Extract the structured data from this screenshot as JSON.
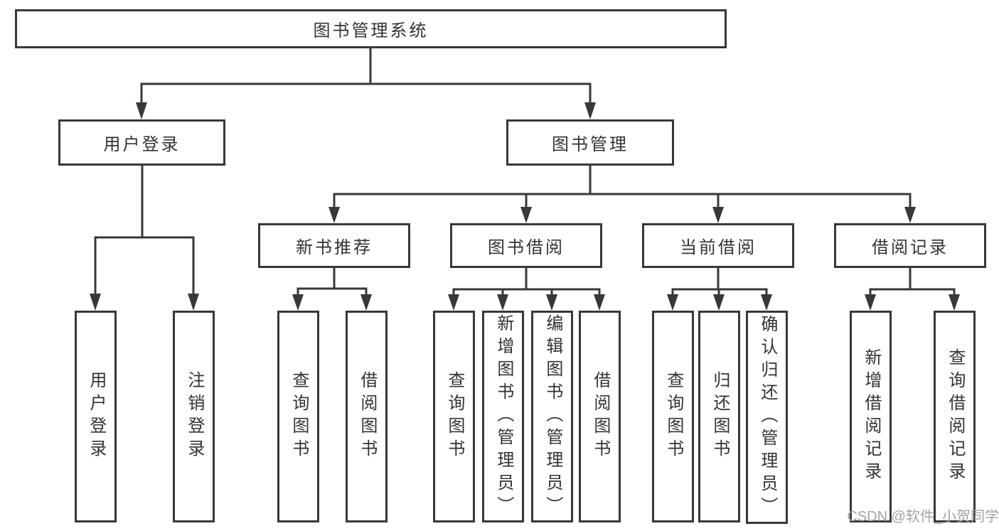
{
  "diagram": {
    "root": {
      "label": "图书管理系统"
    },
    "level2": [
      {
        "label": "用户登录",
        "children": [
          {
            "label": "用户登录"
          },
          {
            "label": "注销登录"
          }
        ]
      },
      {
        "label": "图书管理",
        "children": [
          {
            "label": "新书推荐",
            "children": [
              {
                "label": "查询图书"
              },
              {
                "label": "借阅图书"
              }
            ]
          },
          {
            "label": "图书借阅",
            "children": [
              {
                "label": "查询图书"
              },
              {
                "label": "新增图书（管理员）"
              },
              {
                "label": "编辑图书（管理员）"
              },
              {
                "label": "借阅图书"
              }
            ]
          },
          {
            "label": "当前借阅",
            "children": [
              {
                "label": "查询图书"
              },
              {
                "label": "归还图书"
              },
              {
                "label": "确认归还（管理员）"
              }
            ]
          },
          {
            "label": "借阅记录",
            "children": [
              {
                "label": "新增借阅记录"
              },
              {
                "label": "查询借阅记录"
              }
            ]
          }
        ]
      }
    ]
  },
  "watermark": {
    "label": "CSDN @软件_小贺同学"
  },
  "colors": {
    "line": "#383838",
    "text": "#333333",
    "watermark": "#a3a3a3",
    "background": "#ffffff"
  }
}
